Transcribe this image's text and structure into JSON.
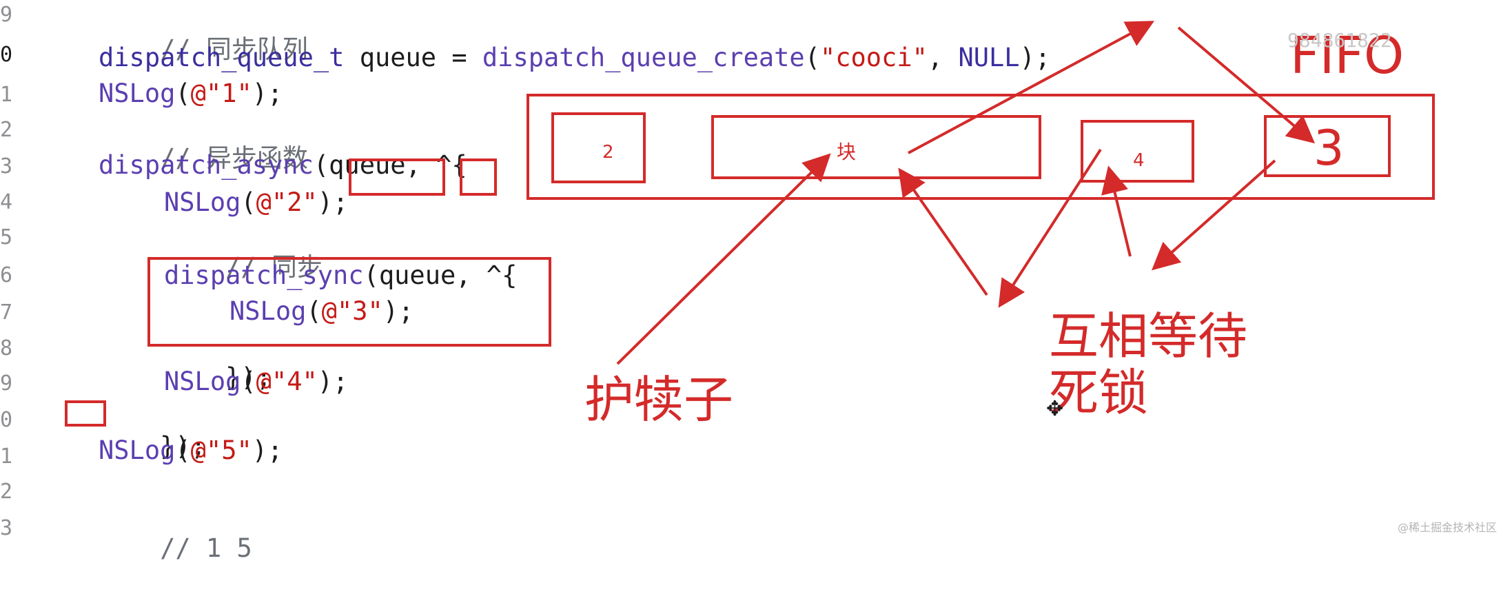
{
  "editor": {
    "line_numbers": [
      "9",
      "0",
      "1",
      "2",
      "3",
      "4",
      "5",
      "6",
      "7",
      "8",
      "9",
      "0",
      "1",
      "2",
      "3"
    ],
    "code": {
      "l1_comment": "// 同步队列",
      "l2_type": "dispatch_queue_t",
      "l2_var": " queue = ",
      "l2_func": "dispatch_queue_create",
      "l2_open": "(",
      "l2_str": "\"cooci\"",
      "l2_comma": ", ",
      "l2_null": "NULL",
      "l2_end": ");",
      "l3_func": "NSLog",
      "l3_open": "(",
      "l3_str": "@\"1\"",
      "l3_end": ");",
      "l4_comment": "// 异步函数",
      "l5_func": "dispatch_async",
      "l5_open": "(",
      "l5_arg": "queue, ^{",
      "l6_func": "NSLog",
      "l6_open": "(",
      "l6_str": "@\"2\"",
      "l6_end": ");",
      "l7_comment": "// 同步",
      "l8_func": "dispatch_sync",
      "l8_arg": "(queue, ^{",
      "l9_func": "NSLog",
      "l9_open": "(",
      "l9_str": "@\"3\"",
      "l9_end": ");",
      "l10_end": "});",
      "l11_func": "NSLog",
      "l11_open": "(",
      "l11_str": "@\"4\"",
      "l11_end": ");",
      "l12_end": "});",
      "l13_func": "NSLog",
      "l13_open": "(",
      "l13_str": "@\"5\"",
      "l13_end": ");",
      "l15_comment": "// 1 5"
    }
  },
  "annotations": {
    "fifo": "FIFO",
    "watermark": "984861822",
    "queue_slots": [
      "2",
      "块",
      "4",
      "3"
    ],
    "label_guard": "护犊子",
    "label_wait": "互相等待",
    "label_deadlock": "死锁",
    "cursor_glyph": "✥"
  },
  "credit": "@稀土掘金技术社区",
  "colors": {
    "annotation_red": "#d42a2a",
    "keyword_purple": "#3b2e9f",
    "string_red": "#c41a16",
    "comment_gray": "#6b7076"
  }
}
